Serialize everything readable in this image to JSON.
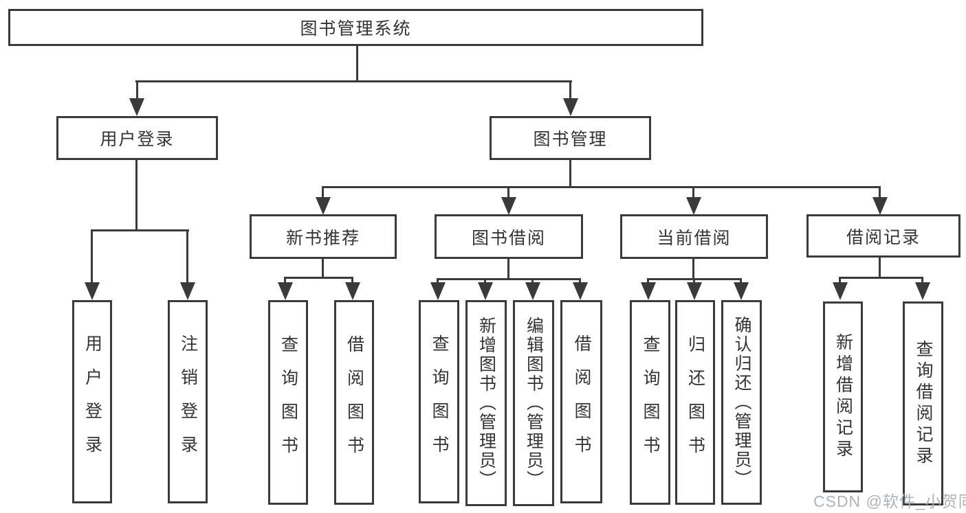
{
  "diagram": {
    "root": {
      "label": "图书管理系统"
    },
    "level2": {
      "user_login": {
        "label": "用户登录"
      },
      "book_mgmt": {
        "label": "图书管理"
      }
    },
    "level3": {
      "new_books": {
        "label": "新书推荐"
      },
      "book_borrow": {
        "label": "图书借阅"
      },
      "current_borrow": {
        "label": "当前借阅"
      },
      "borrow_records": {
        "label": "借阅记录"
      }
    },
    "leaves": {
      "user_login": [
        "用户登录",
        "注销登录"
      ],
      "new_books": [
        "查询图书",
        "借阅图书"
      ],
      "book_borrow": [
        "查询图书",
        "新增图书（管理员）",
        "编辑图书（管理员）",
        "借阅图书"
      ],
      "current_borrow": [
        "查询图书",
        "归还图书",
        "确认归还（管理员）"
      ],
      "borrow_records": [
        "新增借阅记录",
        "查询借阅记录"
      ]
    }
  },
  "watermark": {
    "text": "CSDN @软件_小贺同学"
  },
  "colors": {
    "line": "#3a3a3a",
    "text": "#333333",
    "watermark": "#afb3b8",
    "background": "#ffffff"
  }
}
